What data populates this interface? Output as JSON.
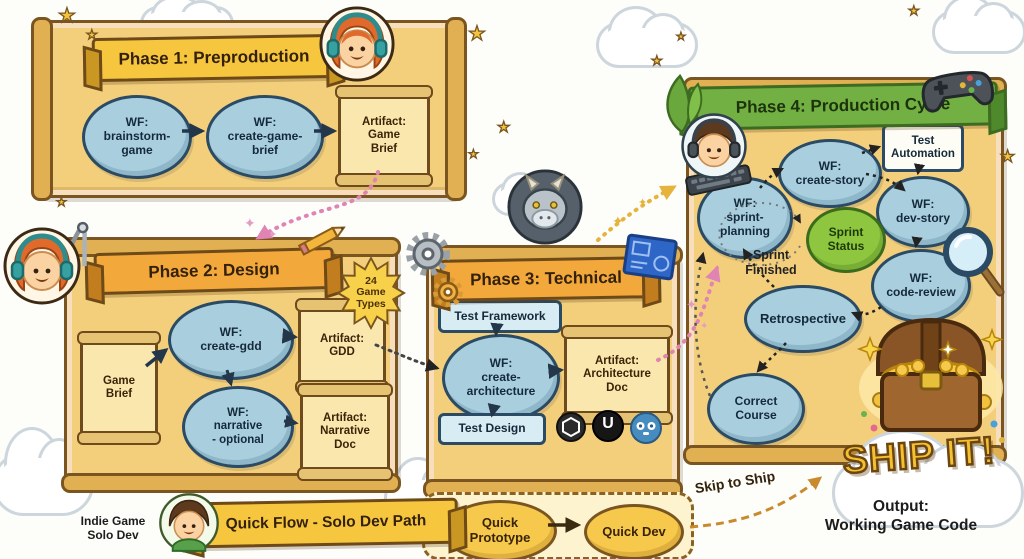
{
  "phase1": {
    "title": "Phase 1: Preproduction",
    "wf_brainstorm": "WF:\nbrainstorm-\ngame",
    "wf_create_game_brief": "WF:\ncreate-game-\nbrief",
    "artifact_game_brief": "Artifact:\nGame\nBrief"
  },
  "phase2": {
    "title": "Phase 2: Design",
    "game_brief": "Game\nBrief",
    "wf_create_gdd": "WF:\ncreate-gdd",
    "wf_narrative": "WF:\nnarrative\n- optional",
    "artifact_gdd": "Artifact:\nGDD",
    "artifact_narrative": "Artifact:\nNarrative\nDoc",
    "badge_game_types": "24\nGame\nTypes"
  },
  "phase3": {
    "title": "Phase 3: Technical",
    "test_framework": "Test Framework",
    "wf_create_architecture": "WF:\ncreate-\narchitecture",
    "artifact_architecture_doc": "Artifact:\nArchitecture\nDoc",
    "test_design": "Test Design",
    "unreal_logo_letter": "U"
  },
  "phase4": {
    "title": "Phase 4: Production Cycle",
    "wf_create_story": "WF:\ncreate-story",
    "test_automation": "Test\nAutomation",
    "wf_sprint_planning": "WF:\nsprint-\nplanning",
    "wf_dev_story": "WF:\ndev-story",
    "sprint_status": "Sprint\nStatus",
    "wf_code_review": "WF:\ncode-review",
    "sprint_finished_label": "Sprint\nFinished",
    "retrospective": "Retrospective",
    "correct_course": "Correct\nCourse"
  },
  "ship": {
    "ship_it": "SHIP IT!",
    "skip_to_ship": "Skip to Ship",
    "output": "Output:\nWorking Game Code"
  },
  "quick_flow": {
    "banner": "Quick Flow - Solo Dev Path",
    "solo_dev": "Indie Game\nSolo Dev",
    "quick_prototype": "Quick\nPrototype",
    "quick_dev": "Quick Dev"
  },
  "colors": {
    "parchment": "#f3cf7c",
    "banner_yellow": "#f7c63f",
    "banner_orange": "#f3a83c",
    "banner_green": "#72b043",
    "node_blue": "#a9cfdf",
    "status_green": "#8fc63f",
    "quick_yellow": "#f6c94c",
    "arrow_pink": "#e084b4",
    "arrow_gold": "#e6b33c",
    "ship_gold": "#f6c12f"
  },
  "visible_icons": [
    "headset-avatar",
    "compass-icon",
    "pencil-icon",
    "dragon-avatar",
    "gear-icon",
    "blueprint-icon",
    "unity-icon",
    "unreal-icon",
    "godot-icon",
    "game-controller-icon",
    "keyboard-icon",
    "magnifier-icon",
    "leaf-icon",
    "treasure-chest-icon",
    "cloud-icon",
    "star-icon"
  ]
}
